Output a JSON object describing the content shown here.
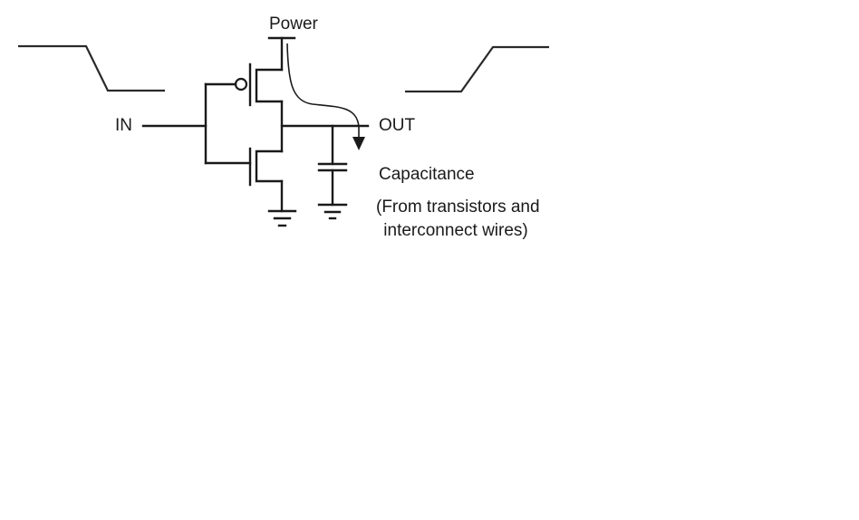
{
  "diagram": {
    "title": "CMOS inverter driving a capacitive load",
    "labels": {
      "power": "Power",
      "input": "IN",
      "output": "OUT",
      "capacitance": "Capacitance",
      "capacitance_note_line1": "(From transistors and",
      "capacitance_note_line2": " interconnect wires)"
    },
    "components": [
      {
        "id": "pmos",
        "type": "PMOS transistor",
        "connects": [
          "Power",
          "OUT"
        ],
        "gate": "IN"
      },
      {
        "id": "nmos",
        "type": "NMOS transistor",
        "connects": [
          "OUT",
          "Ground"
        ],
        "gate": "IN"
      },
      {
        "id": "load-cap",
        "type": "capacitor",
        "connects": [
          "OUT",
          "Ground"
        ]
      },
      {
        "id": "gnd-nmos",
        "type": "ground"
      },
      {
        "id": "gnd-cap",
        "type": "ground"
      }
    ],
    "waveforms": {
      "input": "falling edge (high to low)",
      "output": "rising edge (low to high)"
    },
    "current_path": "Power → PMOS → OUT → load capacitance (charging current arrow)",
    "colors": {
      "line": "#1a1a1a",
      "background": "#ffffff"
    }
  }
}
